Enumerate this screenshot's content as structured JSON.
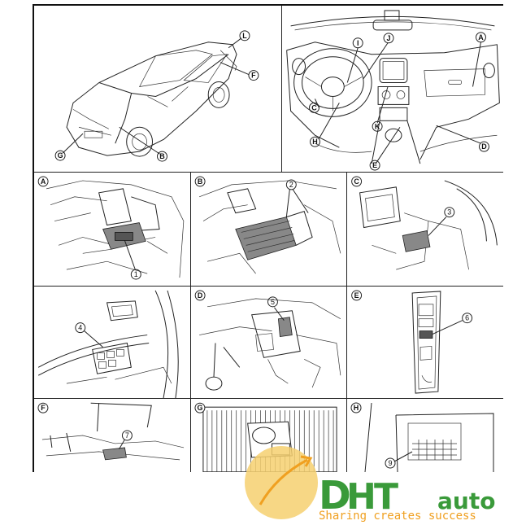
{
  "overview": {
    "car_callouts": [
      "L",
      "F",
      "G",
      "B"
    ],
    "dash_callouts": [
      "I",
      "J",
      "A",
      "C",
      "H",
      "K",
      "D",
      "E"
    ]
  },
  "panels": [
    {
      "id": "A",
      "part": "1"
    },
    {
      "id": "B",
      "part": "2"
    },
    {
      "id": "C",
      "part": "3"
    },
    {
      "id": "",
      "part": "4"
    },
    {
      "id": "D",
      "part": "5"
    },
    {
      "id": "E",
      "part": "6"
    },
    {
      "id": "F",
      "part": "7"
    },
    {
      "id": "G",
      "part": ""
    },
    {
      "id": "H",
      "part": "9"
    }
  ],
  "watermark": {
    "brand_d": "D",
    "brand_h": "H",
    "brand_t": "T",
    "brand_auto": "auto",
    "tagline": "Sharing creates success",
    "colors": {
      "green": "#3a9a3a",
      "orange": "#f0a020",
      "circle": "#f6d070"
    }
  }
}
